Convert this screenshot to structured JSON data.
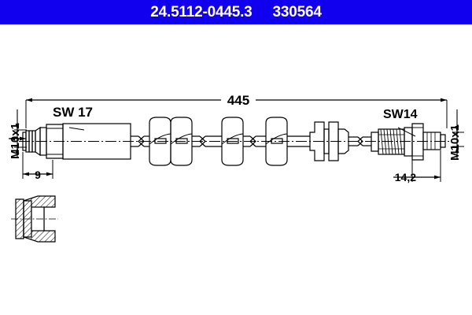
{
  "header": {
    "part_number": "24.5112-0445.3",
    "reference_number": "330564",
    "background_color": "#1100ee",
    "text_color": "#ffffff"
  },
  "drawing": {
    "title": "brake hose technical drawing",
    "line_color": "#000000",
    "background_color": "#ffffff",
    "dimensions": {
      "overall_length": "445",
      "left_thread": "M10x1",
      "left_hex": "SW 17",
      "left_offset": "9",
      "right_thread": "M10x1",
      "right_hex": "SW14",
      "right_offset": "14,2"
    },
    "detail_view": {
      "name": "section-detail",
      "label": ""
    }
  }
}
